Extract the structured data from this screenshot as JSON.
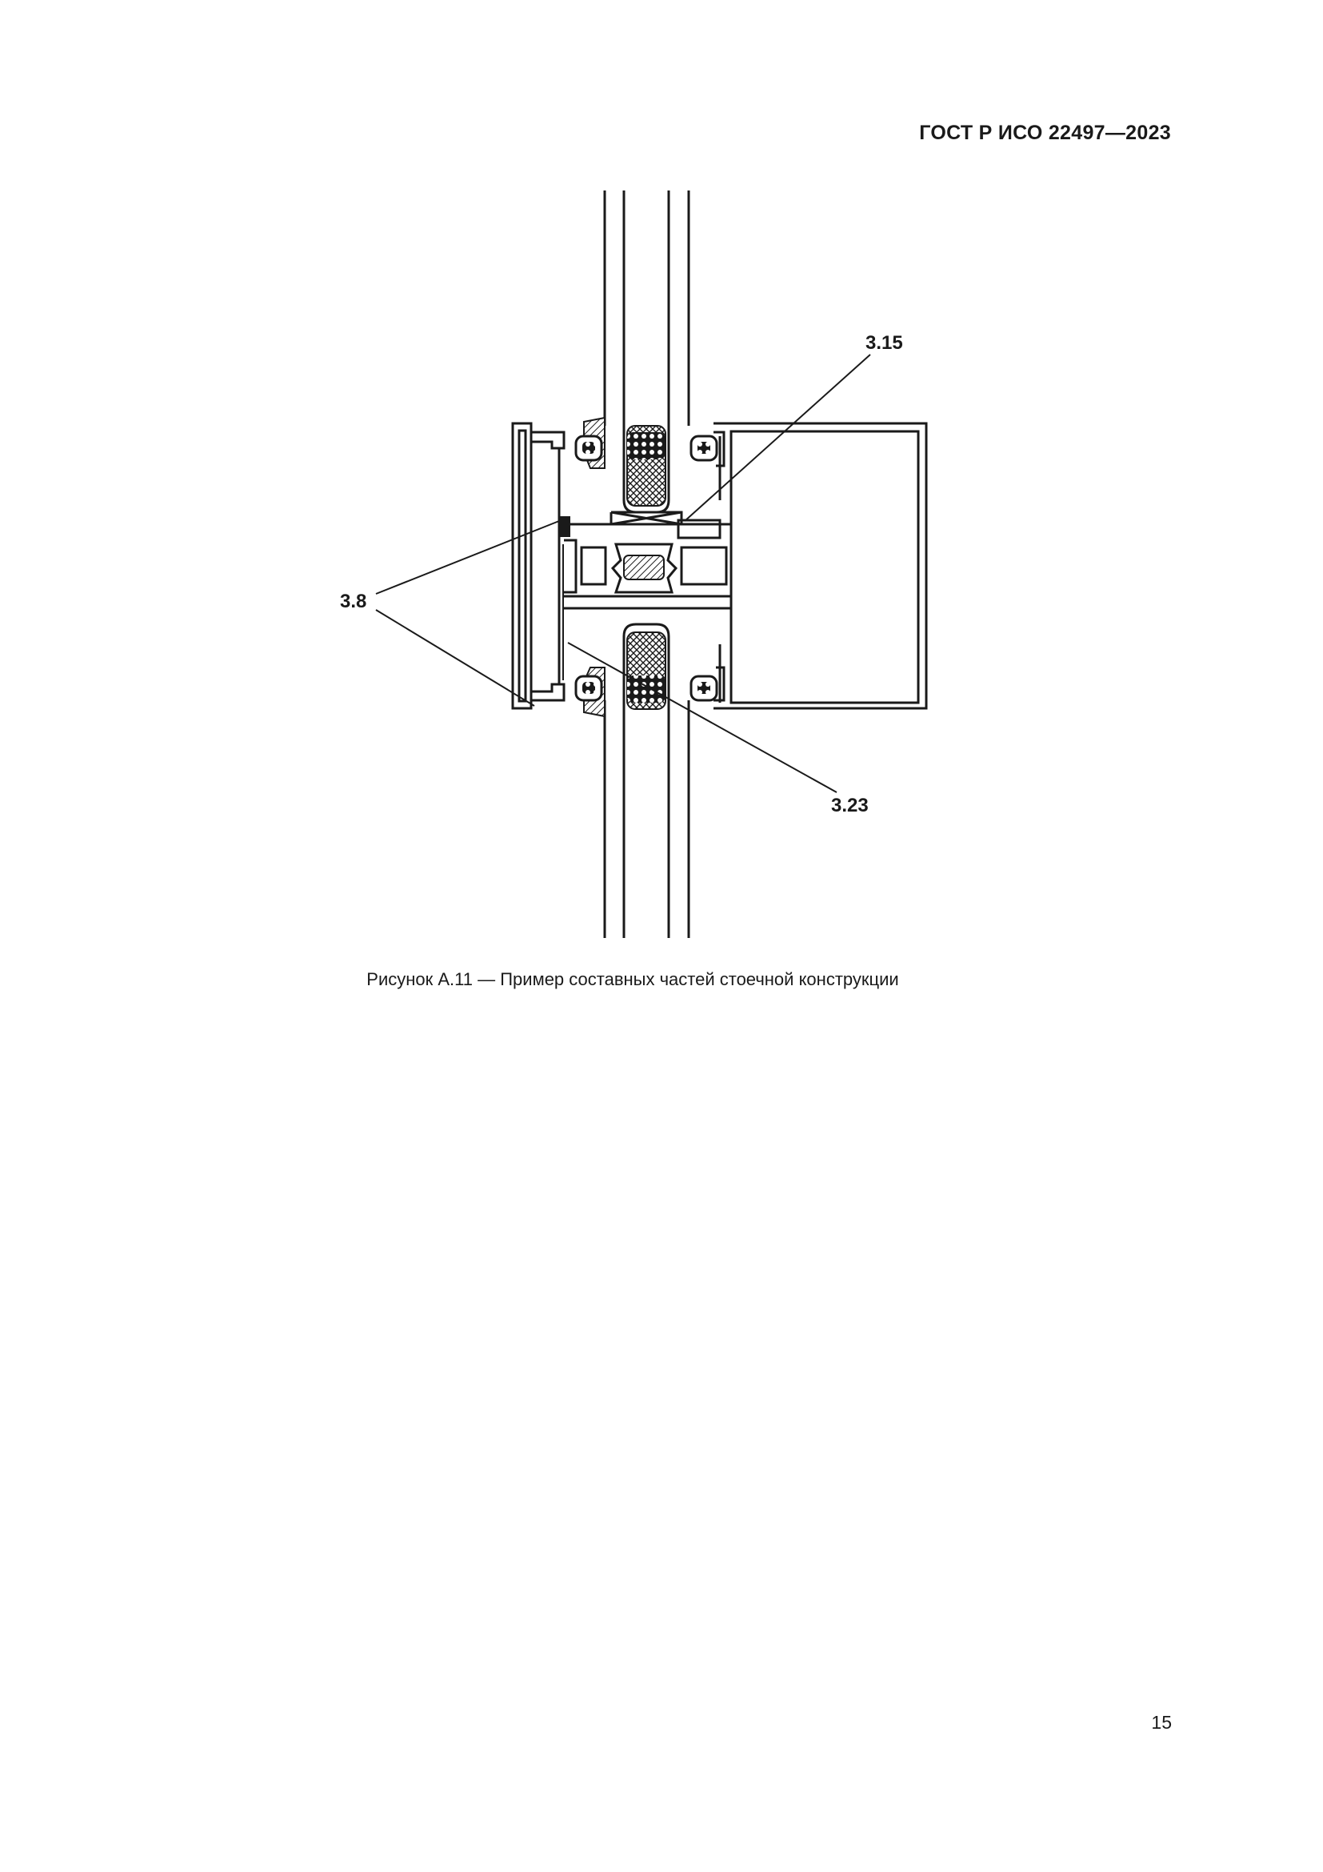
{
  "document": {
    "header": "ГОСТ Р ИСО 22497—2023",
    "figure_caption": "Рисунок А.11 — Пример составных частей стоечной конструкции",
    "page_number": "15"
  },
  "figure": {
    "callouts": [
      "3.15",
      "3.8",
      "3.23"
    ]
  }
}
